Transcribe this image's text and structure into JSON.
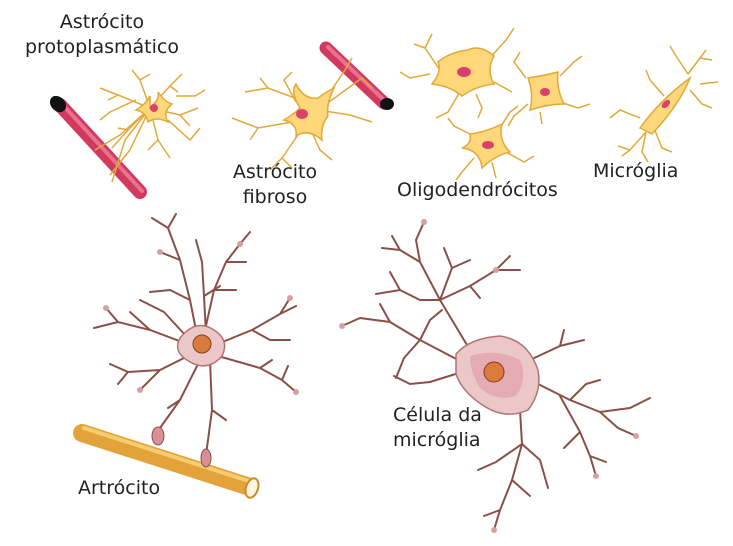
{
  "labels": {
    "protoplasmic_astrocyte": [
      "Astrócito",
      "protoplasmático"
    ],
    "fibrous_astrocyte": [
      "Astrócito",
      "fibroso"
    ],
    "oligodendrocytes": "Oligodendrócitos",
    "microglia": "Micróglia",
    "astrocyte_large": "Artrócito",
    "microglia_cell_large": [
      "Célula da",
      "micróglia"
    ]
  },
  "colors": {
    "cell_fill": "#fdd77a",
    "cell_stroke": "#e0a93a",
    "nucleus": "#d9436b",
    "vessel": "#d13a5e",
    "vessel_end": "#111111",
    "branch_brown": "#8a5047",
    "cell_body_pink": "#ecc7c8",
    "nucleus_orange": "#d97a3e",
    "axon_gold": "#e2a33a"
  }
}
